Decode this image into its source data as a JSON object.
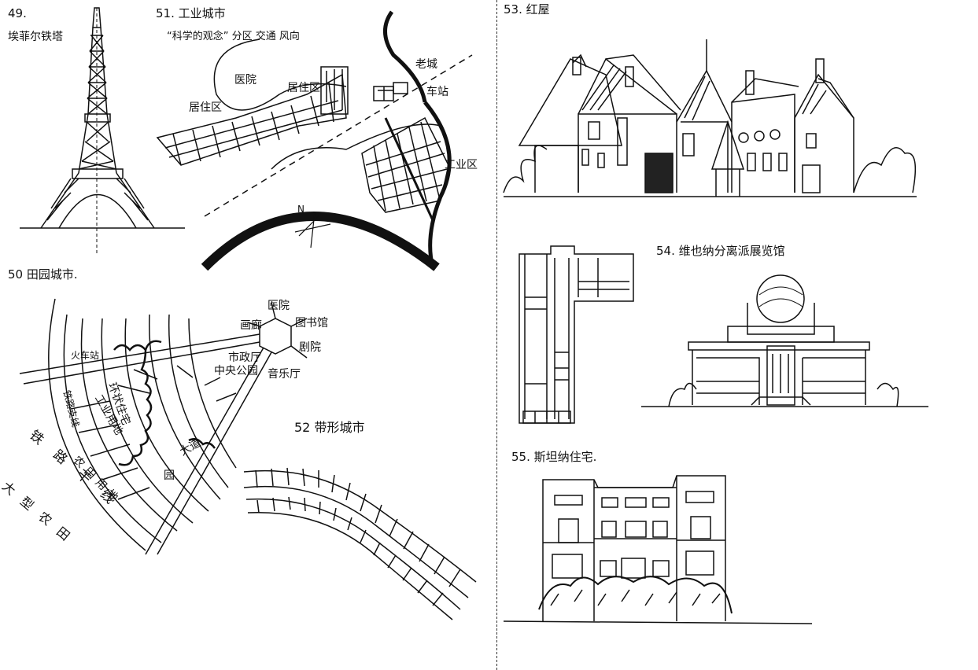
{
  "sketch49": {
    "number": "49.",
    "label": "埃菲尔铁塔"
  },
  "sketch50": {
    "title": "50 田园城市.",
    "labels": {
      "hospital": "医院",
      "gallery": "画廊",
      "library": "图书馆",
      "theater": "剧院",
      "city_hall": "市政厅",
      "central_park": "中央公园",
      "concert_hall": "音乐厅",
      "station": "火车站",
      "residential_belt": "环状住宅",
      "avenue": "大道",
      "industry_land": "工业用地",
      "railway_branch": "铁路支线",
      "railway_main": "铁路干线",
      "farm_land": "农田用地",
      "big_farm": "大型农田",
      "garden": "园"
    }
  },
  "sketch51": {
    "title": "51. 工业城市",
    "concept": "“科学的观念” 分区 交通 风向",
    "labels": {
      "hospital": "医院",
      "residential_1": "居住区",
      "residential_2": "居住区",
      "old_town": "老城",
      "station": "车站",
      "industrial": "工业区",
      "north": "N"
    }
  },
  "sketch52": {
    "title": "52 带形城市"
  },
  "sketch53": {
    "title": "53. 红屋"
  },
  "sketch54": {
    "title": "54. 维也纳分离派展览馆"
  },
  "sketch55": {
    "title": "55. 斯坦纳住宅."
  }
}
